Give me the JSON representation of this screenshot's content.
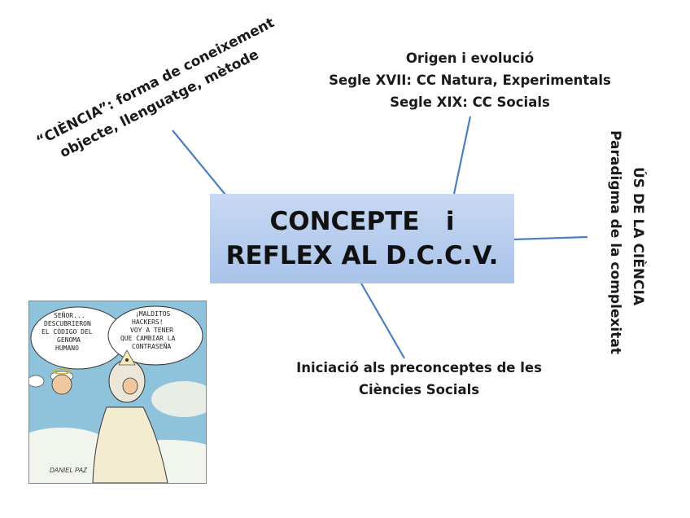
{
  "center": {
    "line1": "CONCEPTE   i",
    "line2": "REFLEX AL D.C.C.V."
  },
  "branches": {
    "top_left": {
      "line1": "“CIÈNCIA”:  forma de coneixement",
      "line2": "objecte, llenguatge, mètode"
    },
    "top_right": {
      "line1": "Origen i evolució",
      "line2": "Segle XVII: CC Natura, Experimentals",
      "line3": "Segle XIX: CC Socials"
    },
    "right": {
      "line1": "ÚS DE LA CIÈNCIA",
      "line2": "Paradigma de la complexitat"
    },
    "bottom": {
      "line1": "Iniciació als preconceptes de les",
      "line2": "Ciències Socials"
    }
  },
  "cartoon": {
    "bubble_left": [
      "SEÑOR...",
      "DESCUBRIERON",
      "EL CÓDIGO DEL",
      "GENOMA",
      "HUMANO"
    ],
    "bubble_right": [
      "¡MALDITOS",
      "HACKERS!",
      "VOY A TENER",
      "QUE CAMBIAR LA",
      "CONTRASEÑA"
    ],
    "signature": "DANIEL PAZ",
    "colors": {
      "sky": "#8fc3dc",
      "cloud": "#f2f4ee",
      "robe": "#f3ecd0",
      "angel": "#f0c8a0"
    }
  },
  "colors": {
    "connector": "#4a7fc0",
    "center_fill": "#b4cbee"
  }
}
